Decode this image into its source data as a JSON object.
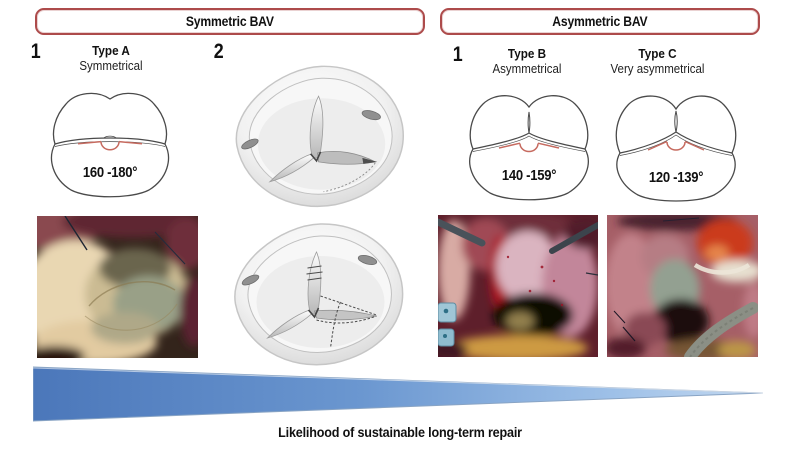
{
  "colors": {
    "header_border": "#ad4b4b",
    "angle_marker": "#c66a5f",
    "arrow_start": "#4b77ba",
    "arrow_end": "#c4d9f0"
  },
  "headers": {
    "symmetric_label": "Symmetric BAV",
    "asymmetric_label": "Asymmetric BAV"
  },
  "symmetric_section": {
    "item1_number": "1",
    "item2_number": "2",
    "type_a": {
      "title": "Type A",
      "subtitle": "Symmetrical",
      "angle_range": "160 -180°"
    }
  },
  "asymmetric_section": {
    "item1_number": "1",
    "type_b": {
      "title": "Type B",
      "subtitle": "Asymmetrical",
      "angle_range": "140 -159°"
    },
    "type_c": {
      "title": "Type C",
      "subtitle": "Very asymmetrical",
      "angle_range": "120 -139°"
    }
  },
  "images": {
    "illustration_top": "aortic-valve-3d-drawing",
    "illustration_bottom": "aortic-valve-3d-drawing-with-sutures",
    "photo_type_a": "intraoperative-valve-photo-symmetric",
    "photo_type_b": "intraoperative-valve-photo-type-b",
    "photo_type_c": "intraoperative-valve-photo-type-c"
  },
  "footer": {
    "caption": "Likelihood of sustainable long-term repair"
  }
}
